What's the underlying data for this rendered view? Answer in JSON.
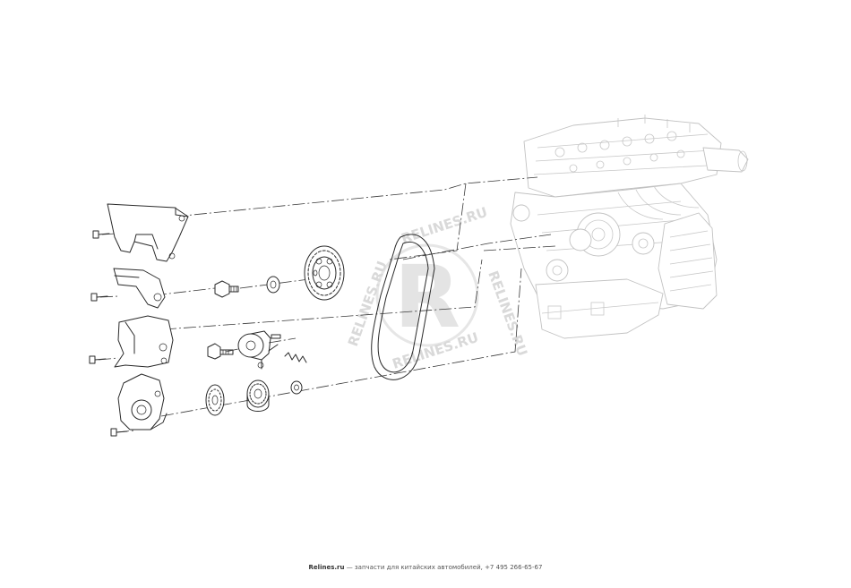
{
  "watermark": {
    "logo_letter": "R",
    "text_left": "RELINES.RU",
    "text_top": "RELINES.RU",
    "text_right": "RELINES.RU",
    "text_bottom": "RELINES.RU"
  },
  "footer": {
    "site": "Relines.ru",
    "text": " — запчасти для китайских автомобилей, +7 495 266-65-67"
  }
}
